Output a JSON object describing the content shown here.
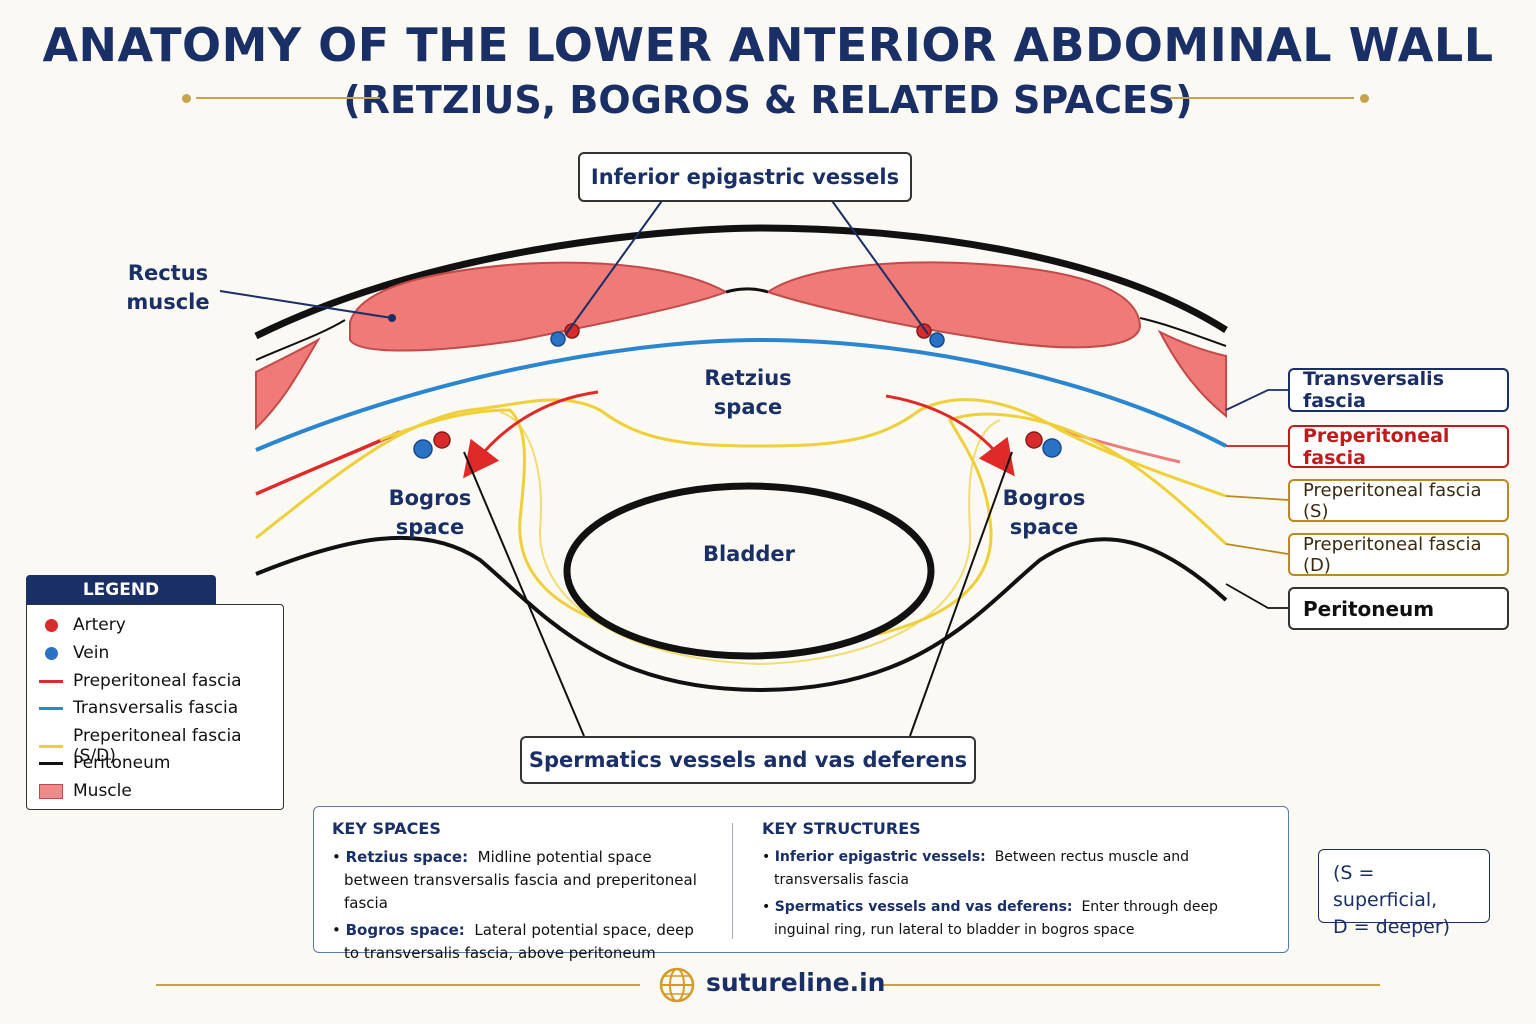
{
  "title": "ANATOMY OF THE LOWER ANTERIOR ABDOMINAL WALL",
  "subtitle": "(RETZIUS, BOGROS & RELATED SPACES)",
  "labels": {
    "inferior_epigastric": "Inferior epigastric vessels",
    "rectus": "Rectus muscle",
    "retzius": "Retzius space",
    "bogros_left": "Bogros space",
    "bogros_right": "Bogros space",
    "bladder": "Bladder",
    "spermatic": "Spermatics vessels and vas deferens",
    "transversalis": "Transversalis fascia",
    "preperitoneal": "Preperitoneal fascia",
    "preperitoneal_s": "Preperitoneal fascia (S)",
    "preperitoneal_d": "Preperitoneal fascia (D)",
    "peritoneum": "Peritoneum"
  },
  "legend": {
    "title": "LEGEND",
    "items": [
      {
        "label": "Artery",
        "kind": "dot",
        "color": "#d92b2b"
      },
      {
        "label": "Vein",
        "kind": "dot",
        "color": "#2a72c4"
      },
      {
        "label": "Preperitoneal fascia",
        "kind": "dash",
        "color": "#e02a2a"
      },
      {
        "label": "Transversalis fascia",
        "kind": "dash",
        "color": "#2a86d0"
      },
      {
        "label": "Preperitoneal fascia (S/D)",
        "kind": "dash",
        "color": "#f0d03a"
      },
      {
        "label": "Peritoneum",
        "kind": "dash",
        "color": "#111111"
      },
      {
        "label": "Muscle",
        "kind": "swatch",
        "color": "#ef8a8a"
      }
    ]
  },
  "key_spaces": {
    "heading": "KEY SPACES",
    "items": [
      {
        "term": "Retzius space:",
        "desc": "Midline potential space between transversalis  fascia and preperitoneal fascia"
      },
      {
        "term": "Bogros space:",
        "desc": "Lateral potential space, deep to transversalis  fascia, above peritoneum"
      }
    ]
  },
  "key_structures": {
    "heading": "KEY STRUCTURES",
    "items": [
      {
        "term": "Inferior epigastric vessels:",
        "desc": "Between rectus muscle and transversalis fascia"
      },
      {
        "term": "Spermatics vessels and vas deferens:",
        "desc": "Enter through deep inguinal ring, run lateral to bladder in bogros space"
      }
    ]
  },
  "note": {
    "line1": "(S = superficial,",
    "line2": "D = deeper)"
  },
  "footer": "sutureline.in",
  "colors": {
    "navy": "#1a2f66",
    "muscle": "#ef7a78",
    "artery": "#d92b2b",
    "vein": "#2a72c4",
    "transversalis": "#2a86d0",
    "preperitoneal": "#e02a2a",
    "preperitoneal_sd": "#f0d03a",
    "peritoneum": "#111111",
    "gold": "#c9a34a"
  }
}
